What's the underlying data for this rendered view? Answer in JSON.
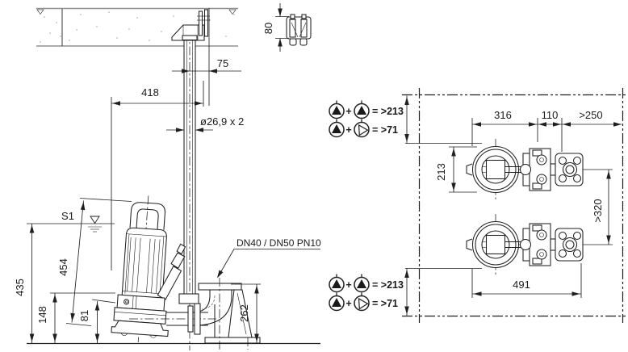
{
  "side_view": {
    "dims": {
      "bracket_height": "80",
      "pipe_wall_offset": "75",
      "pipe_to_ref": "418",
      "pipe_size": "ø26,9 x 2",
      "water_level": "S1",
      "pump_height": "454",
      "total_height": "435",
      "suction_level": "148",
      "volute_level": "81",
      "flange_height": "262",
      "flange_label": "DN40 / DN50 PN10"
    }
  },
  "plan_view": {
    "dims": {
      "pump_length": "316",
      "coupling_gap": "110",
      "wall_clearance": ">250",
      "pump_width": "213",
      "axis_spacing": ">320",
      "total_length": "491"
    },
    "legend": {
      "plus": "+",
      "duty_plus_duty": "= >213",
      "duty_plus_standby": "= >71"
    },
    "icons": {
      "duty": "pump-duty-icon (circle with filled triangle)",
      "standby": "pump-standby-icon (circle with outline tilted triangle)"
    }
  }
}
